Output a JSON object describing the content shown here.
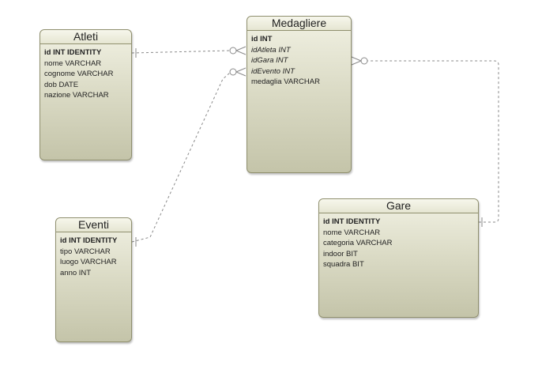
{
  "tables": {
    "atleti": {
      "title": "Atleti",
      "fields": [
        "id INT IDENTITY",
        "nome VARCHAR",
        "cognome VARCHAR",
        "dob DATE",
        "nazione VARCHAR"
      ]
    },
    "medagliere": {
      "title": "Medagliere",
      "fields": [
        "id INT",
        "idAtleta INT",
        "idGara INT",
        "idEvento INT",
        "medaglia VARCHAR"
      ]
    },
    "eventi": {
      "title": "Eventi",
      "fields": [
        "id INT IDENTITY",
        "tipo VARCHAR",
        "luogo VARCHAR",
        "anno INT"
      ]
    },
    "gare": {
      "title": "Gare",
      "fields": [
        "id INT IDENTITY",
        "nome VARCHAR",
        "categoria VARCHAR",
        "indoor BIT",
        "squadra BIT"
      ]
    }
  },
  "relationships": [
    {
      "from": "atleti.id",
      "to": "medagliere.idAtleta",
      "type": "one-to-zero-or-many"
    },
    {
      "from": "eventi.id",
      "to": "medagliere.idEvento",
      "type": "one-to-zero-or-many"
    },
    {
      "from": "gare.id",
      "to": "medagliere.idGara",
      "type": "one-to-zero-or-many"
    }
  ],
  "colors": {
    "border": "#8f8f6e",
    "connector": "#8a8a8a",
    "text": "#222222"
  }
}
